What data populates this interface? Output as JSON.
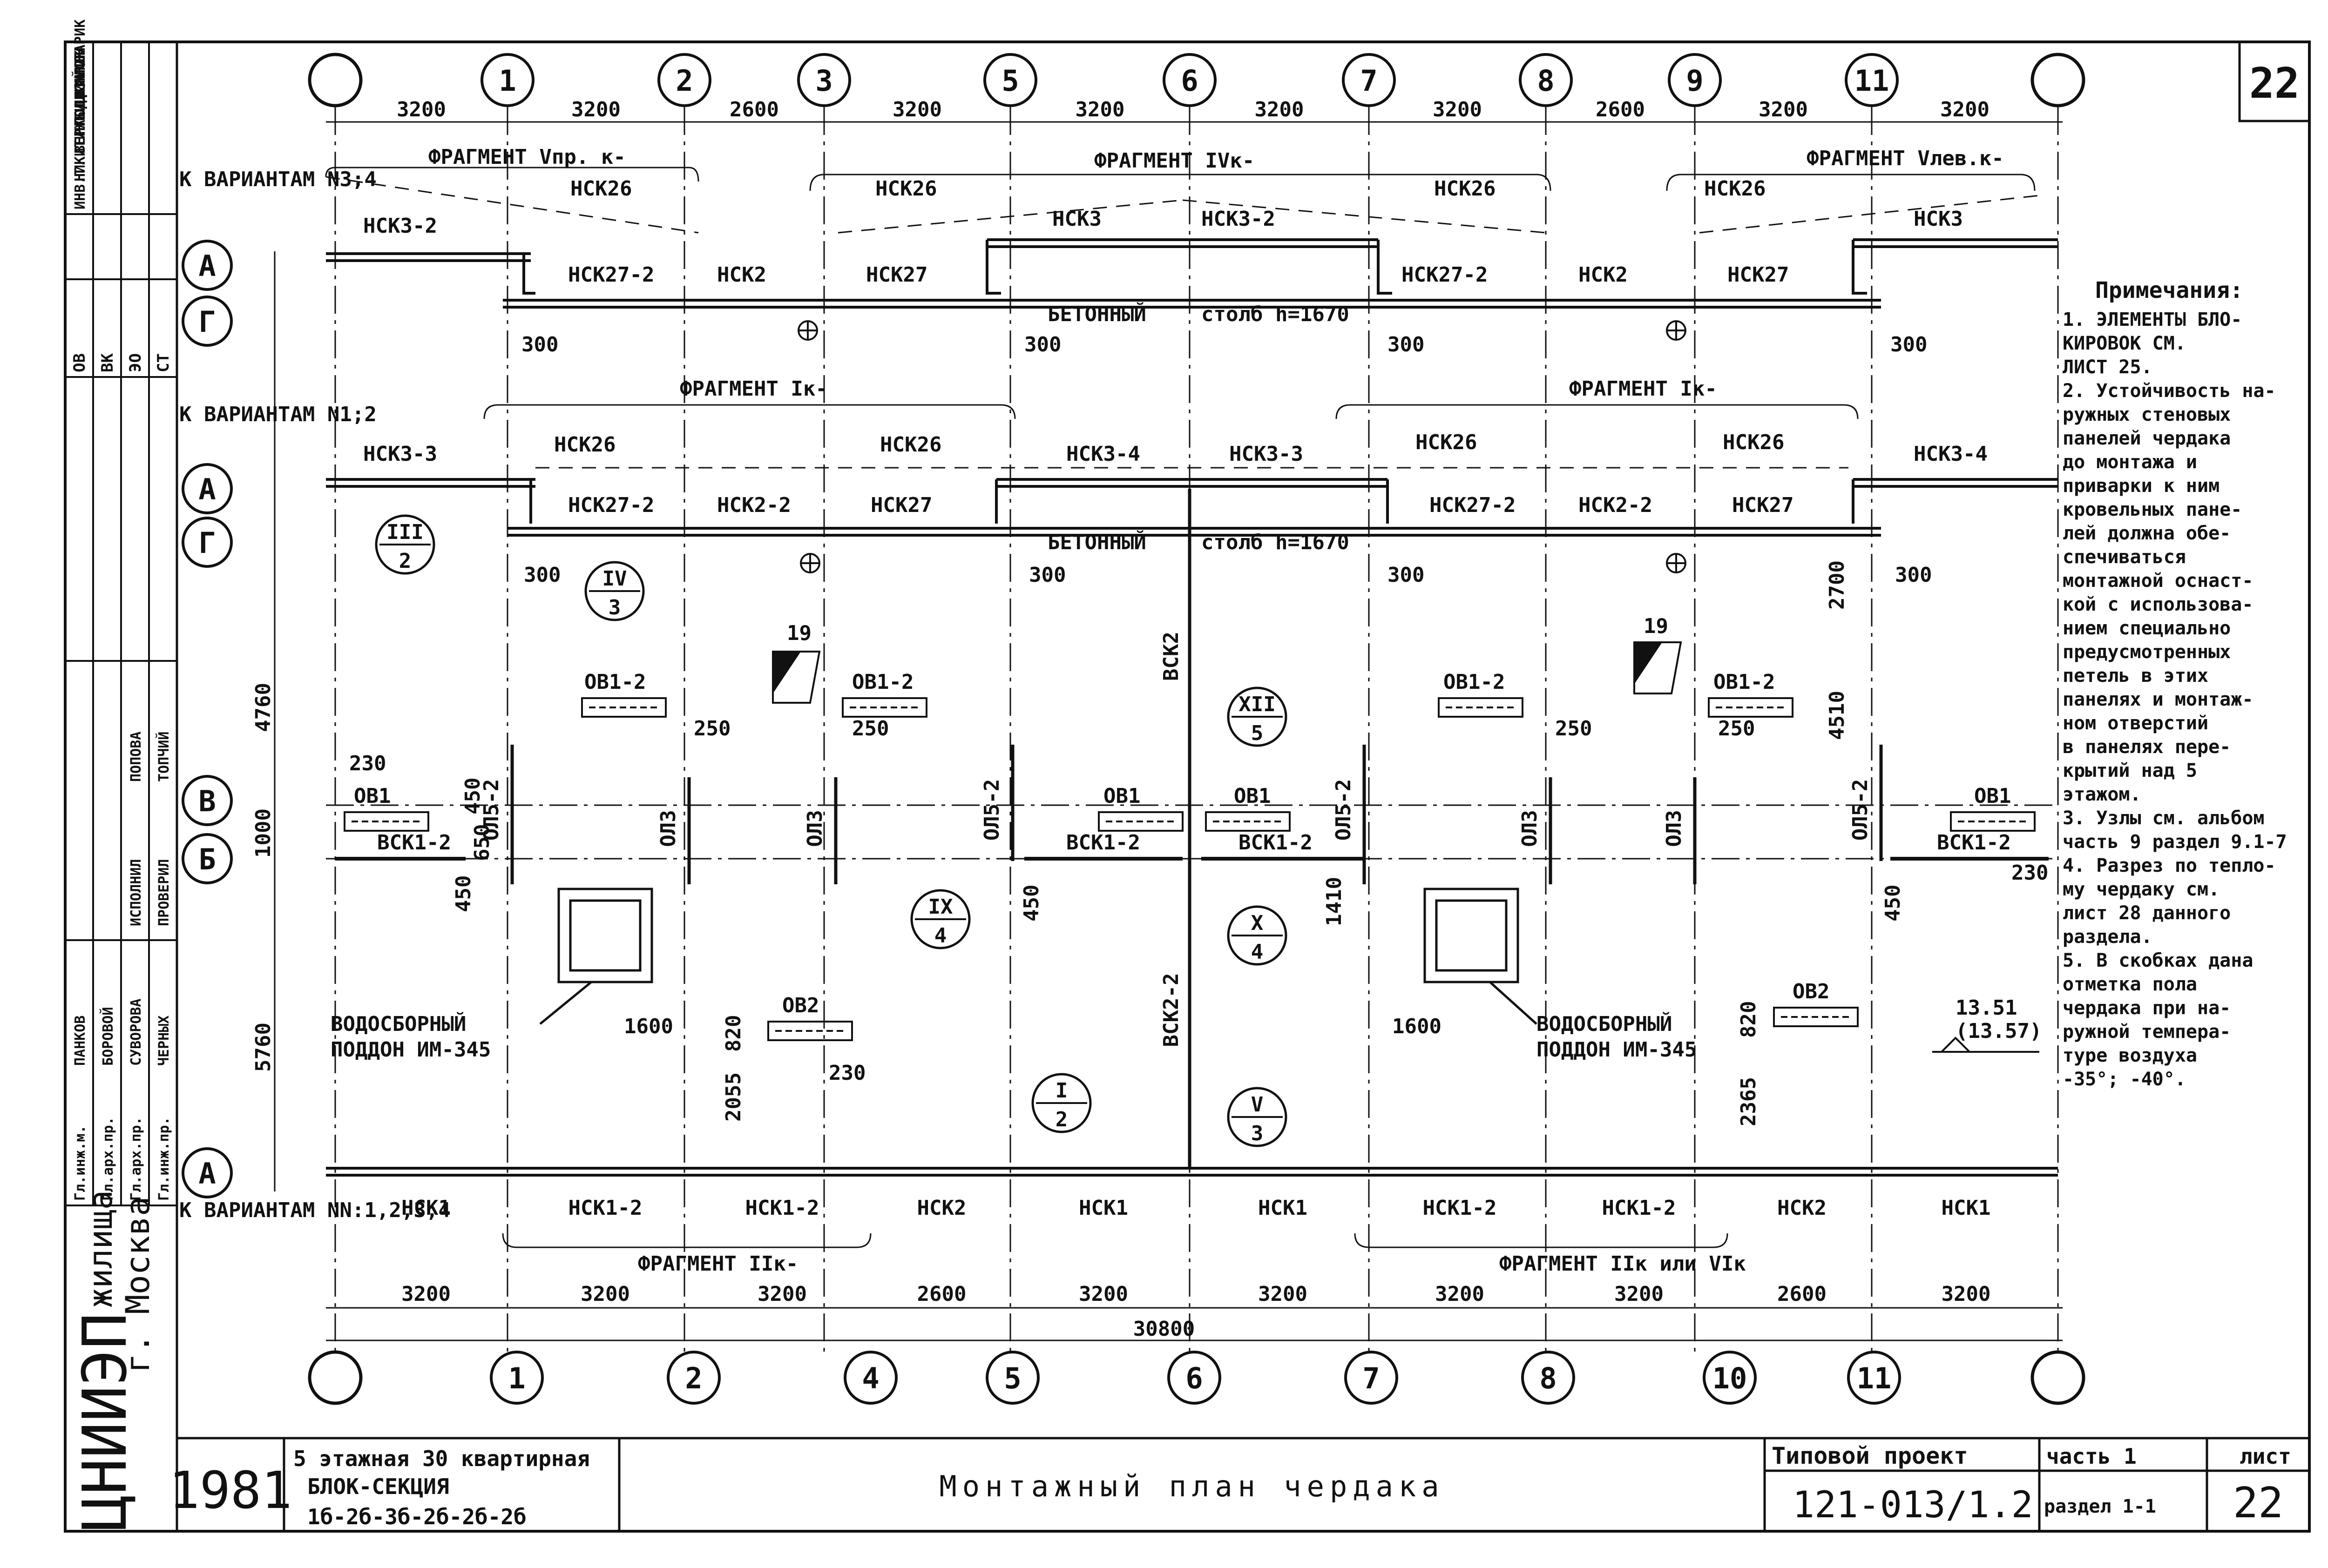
{
  "sheet": {
    "number": "22"
  },
  "axes": {
    "top": [
      "1",
      "2",
      "3",
      "5",
      "6",
      "7",
      "8",
      "9",
      "11"
    ],
    "bottom": [
      "1",
      "2",
      "4",
      "5",
      "6",
      "7",
      "8",
      "10",
      "11"
    ],
    "rows_top": [
      "А",
      "Г"
    ],
    "rows_mid": [
      "А",
      "Г"
    ],
    "rows_bottom": [
      "В",
      "Б",
      "А"
    ]
  },
  "dims": {
    "top": [
      "3200",
      "3200",
      "2600",
      "3200",
      "3200",
      "3200",
      "3200",
      "2600",
      "3200",
      "3200"
    ],
    "bottom": [
      "3200",
      "3200",
      "3200",
      "2600",
      "3200",
      "3200",
      "3200",
      "3200",
      "2600",
      "3200"
    ],
    "total": "30800",
    "left_4760": "4760",
    "left_1000": "1000",
    "left_5760": "5760",
    "d300": "300",
    "d250": "250",
    "d230": "230",
    "d450": "450",
    "d650": "650",
    "d1600": "1600",
    "d820": "820",
    "d2055": "2055",
    "d2365": "2365",
    "d1410": "1410",
    "d2700": "2700",
    "d4510": "4510"
  },
  "variants": {
    "v34": "К ВАРИАНТАМ N3;4",
    "v12": "К ВАРИАНТАМ N1;2",
    "v1234": "К ВАРИАНТАМ NN:1,2,3,4"
  },
  "fragments": {
    "f_v_pr": "ФРАГМЕНТ Vпр. к-",
    "f_iv": "ФРАГМЕНТ IVк-",
    "f_v_lev": "ФРАГМЕНТ Vлев.к-",
    "f_i_left": "ФРАГМЕНТ Iк-",
    "f_i_right": "ФРАГМЕНТ Iк-",
    "f_ii": "ФРАГМЕНТ IIк-",
    "f_ii_vi": "ФРАГМЕНТ IIк или VIк"
  },
  "labels": {
    "nsk3_2": "НСК3-2",
    "nsk26": "НСК26",
    "nsk27_2": "НСК27-2",
    "nsk2": "НСК2",
    "nsk27": "НСК27",
    "nsk3": "НСК3",
    "nsk3_3": "НСК3-3",
    "nsk3_4": "НСК3-4",
    "nsk2_2": "НСК2-2",
    "nsk1": "НСК1",
    "nsk1_2": "НСК1-2",
    "beton": "БЕТОННЫЙ",
    "stolb": "столб h=1670",
    "ob1_2": "ОВ1-2",
    "ob1": "ОВ1",
    "ob2": "ОВ2",
    "bsk1_2": "ВСК1-2",
    "bsk2": "ВСК2",
    "bsk2_2": "ВСК2-2",
    "ol3": "ОЛ3",
    "ol5_2": "ОЛ5-2",
    "vodosbor": "ВОДОСБОРНЫЙ",
    "poddon": "ПОДДОН ИМ-345",
    "n19": "19",
    "mark": "13.51",
    "mark2": "(13.57)"
  },
  "callouts": [
    {
      "top": "III",
      "bottom": "2"
    },
    {
      "top": "IV",
      "bottom": "3"
    },
    {
      "top": "IX",
      "bottom": "4"
    },
    {
      "top": "XII",
      "bottom": "5"
    },
    {
      "top": "X",
      "bottom": "4"
    },
    {
      "top": "I",
      "bottom": "2"
    },
    {
      "top": "V",
      "bottom": "3"
    }
  ],
  "notes": {
    "title": "Примечания:",
    "lines": [
      "1. ЭЛЕМЕНТЫ БЛО-",
      "КИРОВОК СМ.",
      "ЛИСТ 25.",
      "2. Устойчивость на-",
      "ружных стеновых",
      "панелей чердака",
      "до монтажа и",
      "приварки к ним",
      "кровельных пане-",
      "лей должна обе-",
      "спечиваться",
      "монтажной оснаст-",
      "кой с использова-",
      "нием специально",
      "предусмотренных",
      "петель в этих",
      "панелях и монтаж-",
      "ном отверстий",
      "в панелях пере-",
      "крытий над 5",
      "этажом.",
      "3. Узлы см. альбом",
      "часть 9 раздел 9.1-7",
      "4. Разрез по тепло-",
      "му чердаку см.",
      "лист 28 данного",
      "раздела.",
      "5. В скобках дана",
      "отметка пола",
      "чердака при на-",
      "ружной темпера-",
      "туре воздуха",
      "-35°; -40°."
    ]
  },
  "titleblock": {
    "org": "ЦНИИЭП",
    "org2": "жилища",
    "city": "г. Москва",
    "year": "1981",
    "desc1": "5 этажная 30 квартирная",
    "desc2": "БЛОК-СЕКЦИЯ",
    "desc3": "1б-2б-3б-2б-2б-2б",
    "title": "Монтажный план чердака",
    "proj_label": "Типовой проект",
    "proj_num": "121-013/1.2",
    "part": "часть 1",
    "section": "раздел 1-1",
    "list_label": "лист",
    "list_num": "22"
  },
  "stamp": {
    "roles": [
      "Гл.инж.м.",
      "Гл.арх.пр.",
      "Гл.арх.пр.",
      "Гл.инж.пр."
    ],
    "names": [
      "ПАНКОВ",
      "БОРОВОЙ",
      "СУВОРОВА",
      "ЧЕРНЫХ"
    ],
    "roles2": [
      "ИСПОЛНИЛ",
      "ПРОВЕРИЛ"
    ],
    "names2": [
      "ПОПОВА",
      "ТОПЧИЙ"
    ],
    "top_cols": [
      "ИНВ.Т.",
      "НИКИТИН",
      "ВЕРЖБИЦКИЙ",
      "ПОДЛИННИК",
      "ВЗАМЕН",
      "СТАРИК"
    ],
    "top_cols2": [
      "ОВ",
      "ВК",
      "ЭО",
      "СТ"
    ]
  }
}
